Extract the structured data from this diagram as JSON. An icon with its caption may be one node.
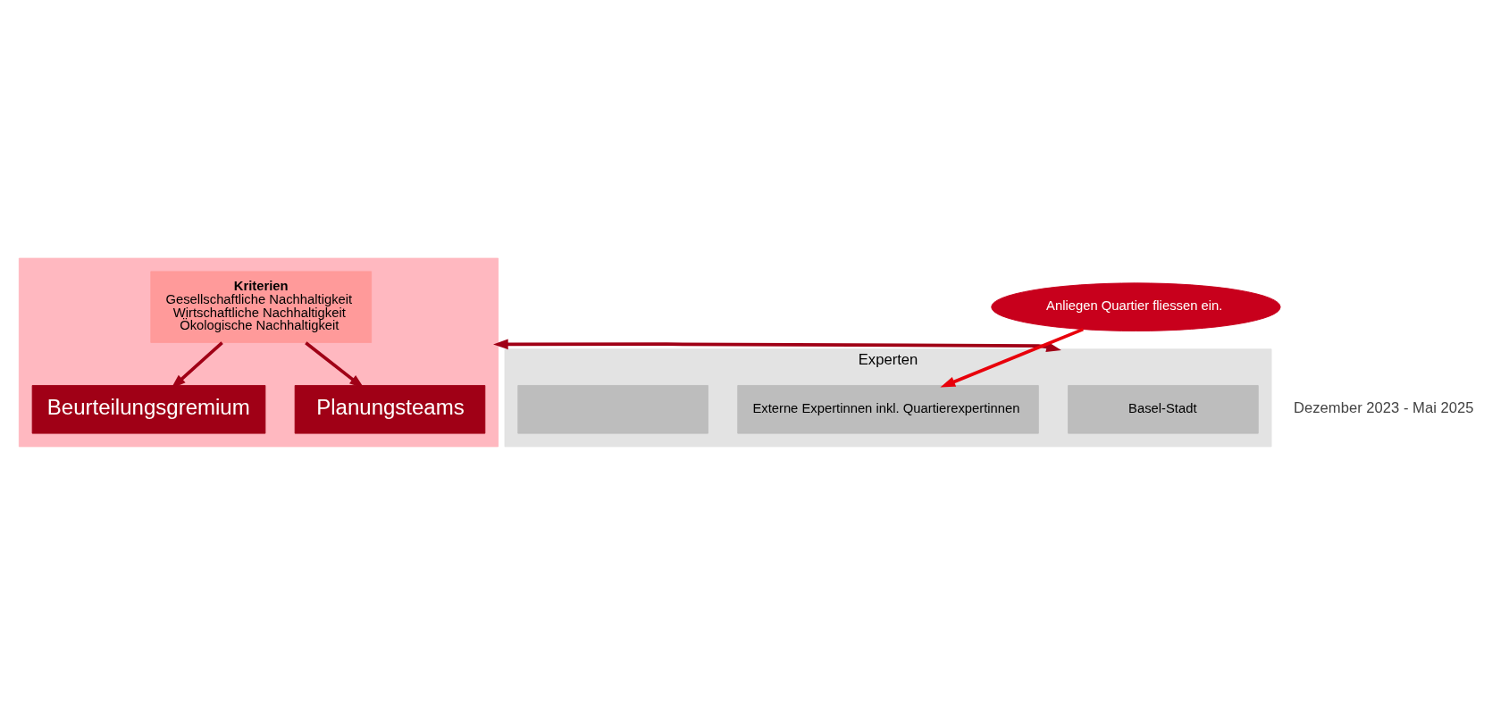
{
  "diagram": {
    "nodes": [
      {
        "text": [],
        "shape": "box"
      },
      {
        "text": [
          "Beurteilungsgremium"
        ],
        "in": 0
      },
      {
        "text": [
          "Kriterien",
          "Gesellschaftliche Nachhaltigkeit",
          "Wirtschaftliche Nachhaltigkeit",
          "Ökologische Nachhaltigkeit"
        ],
        "in": 0
      },
      {
        "text": [
          "Planungsteams"
        ],
        "in": 0
      },
      {
        "text": [
          "Experten"
        ]
      },
      {
        "text": [
          "Basel-Stadt"
        ],
        "in": 4
      },
      {
        "text": [
          "Externe Expertinnen inkl. Quartierexpertinnen"
        ],
        "in": 4
      },
      {
        "text": [],
        "shape": "box",
        "in": 4
      },
      {
        "text": [
          "Anliegen Quartier fliessen ein."
        ]
      }
    ],
    "edges": [
      {
        "from": 2,
        "to": 1,
        "arrow": "to"
      },
      {
        "from": 2,
        "to": 3,
        "arrow": "to"
      },
      {
        "from": 0,
        "to": 4,
        "arrow": "both"
      },
      {
        "from": 8,
        "to": 6,
        "arrow": "to",
        "color": "#e8000b"
      }
    ],
    "labels": [
      "Dezember 2023 - Mai 2025"
    ]
  }
}
